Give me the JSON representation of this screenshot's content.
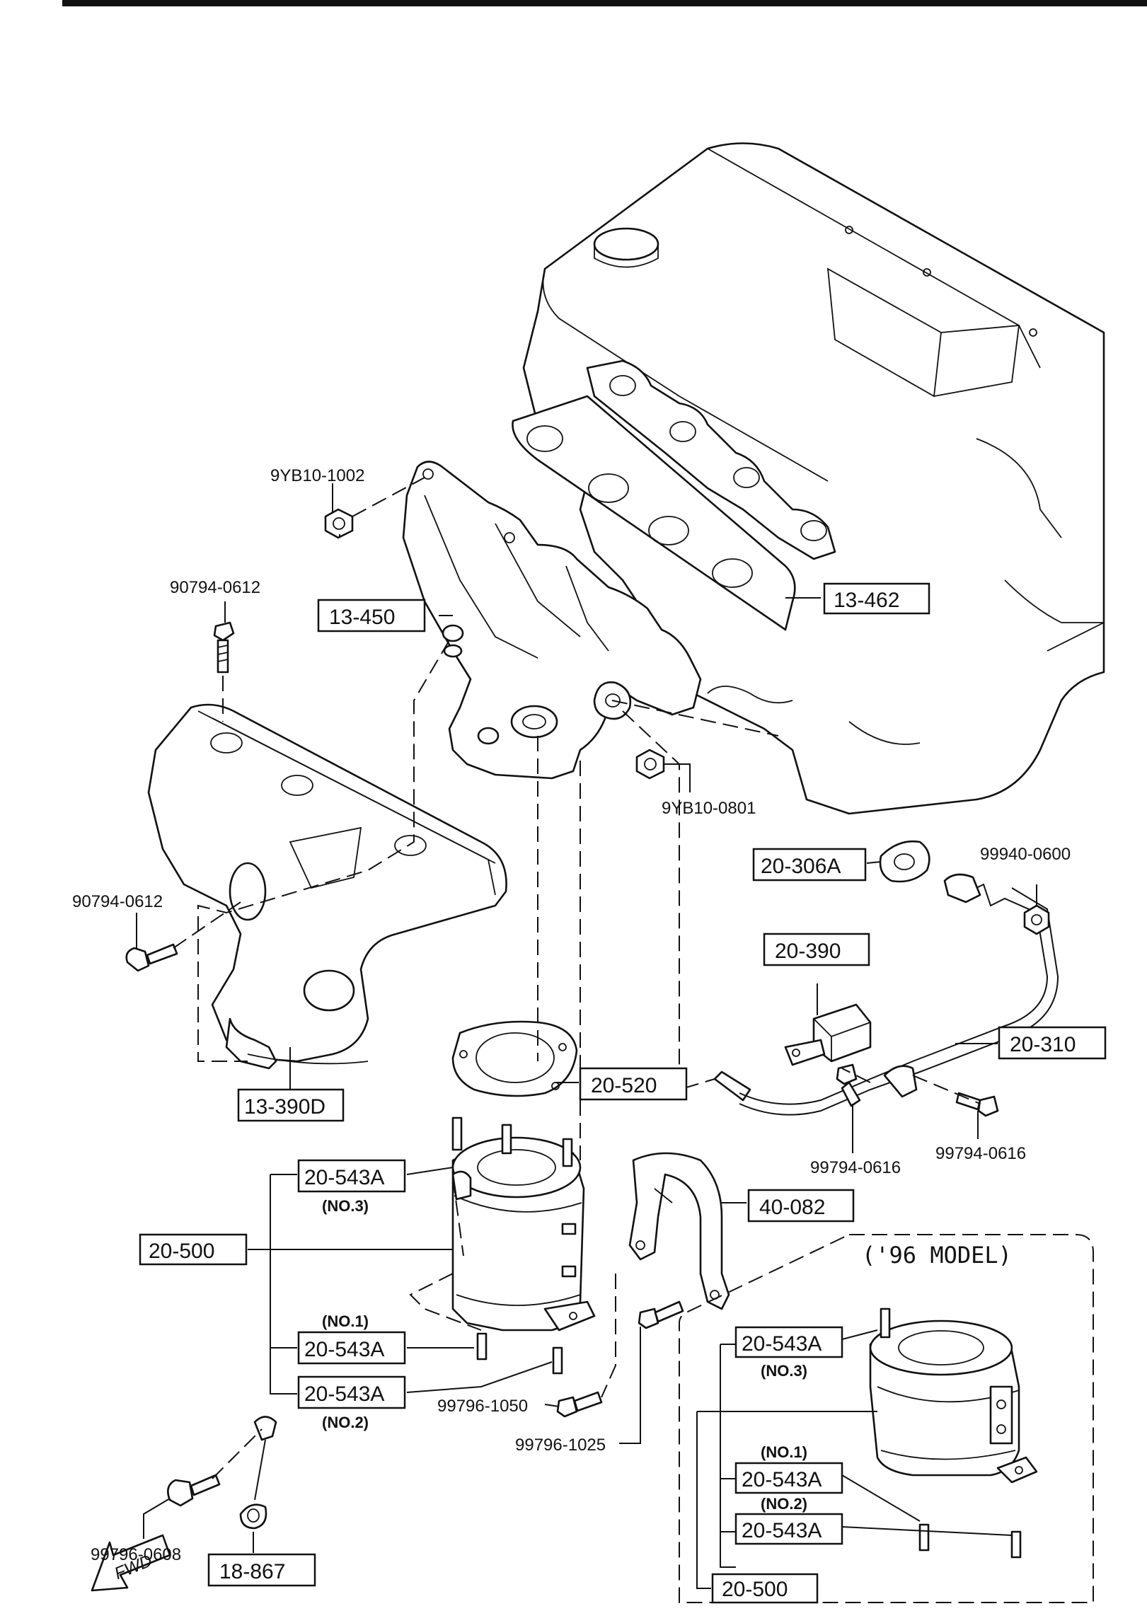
{
  "labels": {
    "l_9yb10_1002": "9YB10-1002",
    "l_13_450": "13-450",
    "l_13_462": "13-462",
    "l_90794_0612_top": "90794-0612",
    "l_90794_0612_left": "90794-0612",
    "l_9yb10_0801": "9YB10-0801",
    "l_20_306a": "20-306A",
    "l_99940_0600": "99940-0600",
    "l_20_390": "20-390",
    "l_20_310": "20-310",
    "l_13_390d": "13-390D",
    "l_20_520": "20-520",
    "l_99794_0616_a": "99794-0616",
    "l_99794_0616_b": "99794-0616",
    "l_20_543a_no3": "20-543A",
    "l_no3": "(NO.3)",
    "l_40_082": "40-082",
    "l_20_500": "20-500",
    "l_no1": "(NO.1)",
    "l_20_543a_no1": "20-543A",
    "l_20_543a_no2": "20-543A",
    "l_no2": "(NO.2)",
    "l_99796_1050": "99796-1050",
    "l_99796_1025": "99796-1025",
    "l_99796_0608": "99796-0608",
    "l_18_867": "18-867",
    "l_fwd": "FWD"
  },
  "model96": {
    "title": "('96 MODEL)",
    "l_20_543a_no3": "20-543A",
    "l_no3": "(NO.3)",
    "l_no1": "(NO.1)",
    "l_20_543a_no1": "20-543A",
    "l_no2": "(NO.2)",
    "l_20_543a_no2": "20-543A",
    "l_20_500": "20-500"
  }
}
